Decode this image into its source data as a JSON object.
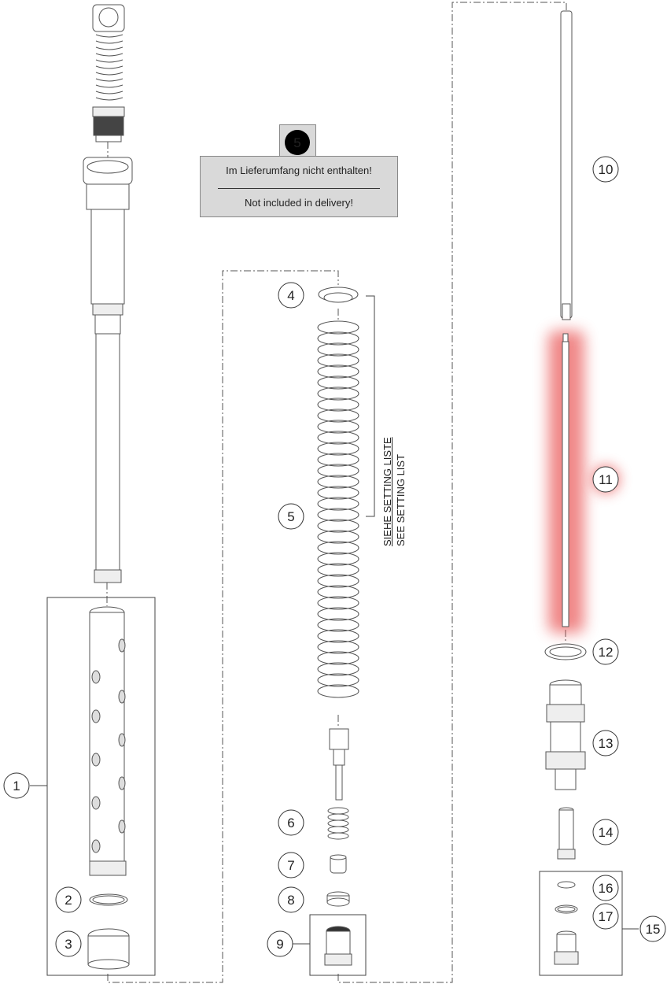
{
  "callouts": [
    {
      "label": "1"
    },
    {
      "label": "2"
    },
    {
      "label": "3"
    },
    {
      "label": "4"
    },
    {
      "label": "5"
    },
    {
      "label": "6"
    },
    {
      "label": "7"
    },
    {
      "label": "8"
    },
    {
      "label": "9"
    },
    {
      "label": "10"
    },
    {
      "label": "11"
    },
    {
      "label": "12"
    },
    {
      "label": "13"
    },
    {
      "label": "14"
    },
    {
      "label": "15"
    },
    {
      "label": "16"
    },
    {
      "label": "17"
    }
  ],
  "note": {
    "callout": "5",
    "line_de": "Im Lieferumfang nicht enthalten!",
    "line_en": "Not included in delivery!"
  },
  "setting_label": {
    "line_de": "SIEHE SETTING LISTE",
    "line_en": "SEE SETTING LIST"
  },
  "highlight": {
    "part": "11",
    "color": "#e84a4a"
  }
}
